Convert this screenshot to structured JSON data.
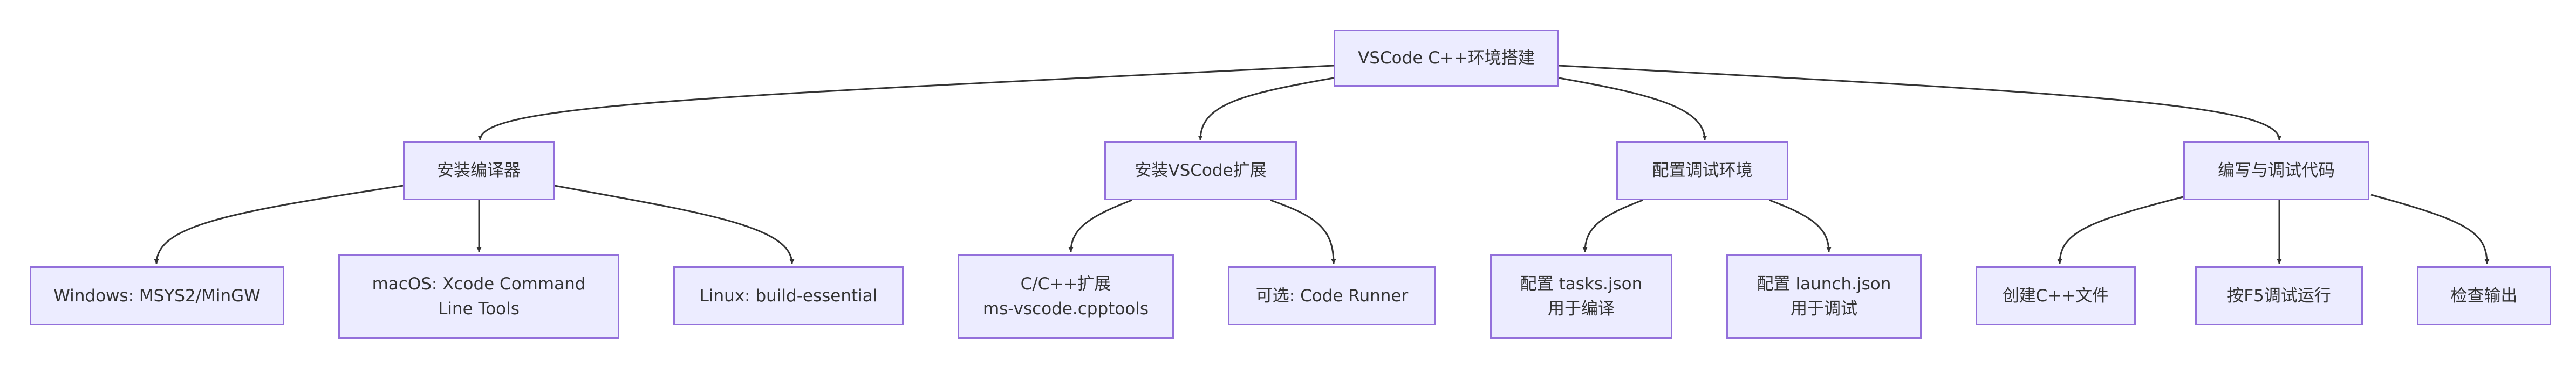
{
  "diagram": {
    "type": "flowchart",
    "direction": "top-down",
    "colors": {
      "node_fill": "#ECECFF",
      "node_border": "#9370DB",
      "edge": "#333333",
      "text": "#333333"
    },
    "root": {
      "label": "VSCode C++环境搭建"
    },
    "branches": [
      {
        "label": "安装编译器",
        "children": [
          "Windows: MSYS2/MinGW",
          "macOS: Xcode Command\nLine Tools",
          "Linux: build-essential"
        ]
      },
      {
        "label": "安装VSCode扩展",
        "children": [
          "C/C++扩展\nms-vscode.cpptools",
          "可选: Code Runner"
        ]
      },
      {
        "label": "配置调试环境",
        "children": [
          "配置 tasks.json\n用于编译",
          "配置 launch.json\n用于调试"
        ]
      },
      {
        "label": "编写与调试代码",
        "children": [
          "创建C++文件",
          "按F5调试运行",
          "检查输出"
        ]
      }
    ]
  }
}
